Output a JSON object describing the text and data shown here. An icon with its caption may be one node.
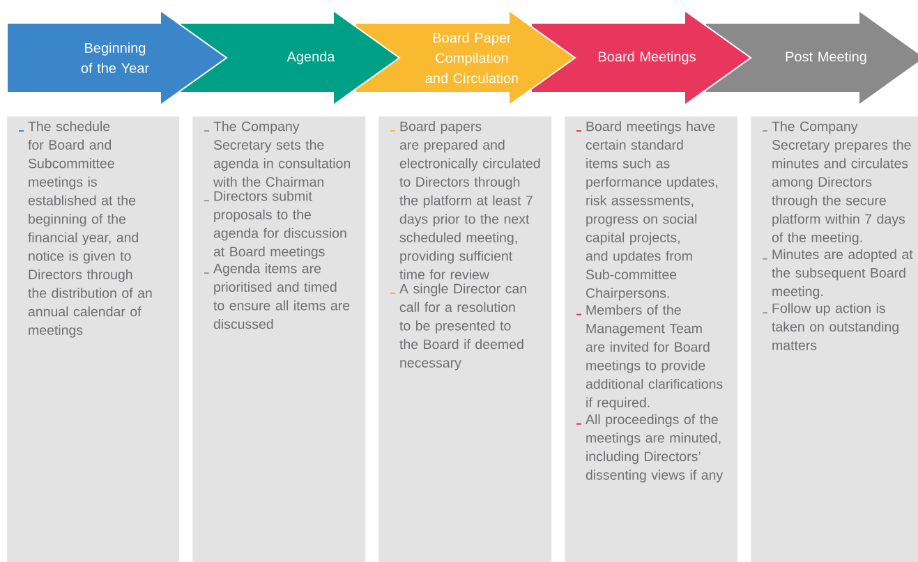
{
  "diagram": {
    "nodes": [
      {
        "text": [
          "Beginning of the Year"
        ]
      },
      {
        "text": [
          "Agenda"
        ]
      },
      {
        "text": [
          "Board Paper Compilation and Circulation"
        ]
      },
      {
        "text": [
          "Board Meetings"
        ]
      },
      {
        "text": [
          "Post Meeting"
        ]
      },
      {
        "text": [
          "The schedule for Board and Subcommittee meetings is established at the beginning of the financial year, and notice is given to Directors through the distribution of an annual calendar of meetings"
        ]
      },
      {
        "text": [
          "The Company Secretary sets the agenda in consultation with the Chairman",
          "Directors submit proposals to the agenda for discussion at Board meetings",
          "Agenda items are prioritised and timed to ensure all items are discussed"
        ]
      },
      {
        "text": [
          "Board papers are prepared and electronically circulated to Directors through the platform at least 7 days prior to the next scheduled meeting, providing sufficient time for review",
          "A single Director can call for a resolution to be presented to the Board if deemed necessary"
        ]
      },
      {
        "text": [
          "Board meetings have certain standard items such as performance updates, risk assessments, progress on social capital projects, and updates from Sub-committee Chairpersons.",
          "Members of the Management Team are invited for Board meetings to provide additional clarifications if required.",
          "All proceedings of the meetings are minuted, including Directors’ dissenting views if any"
        ]
      },
      {
        "text": [
          "The Company Secretary prepares the minutes and circulates among Directors through the secure platform within 7 days of the meeting.",
          "Minutes are adopted at the subsequent Board meeting.",
          "Follow up action is taken on outstanding matters"
        ]
      }
    ]
  }
}
